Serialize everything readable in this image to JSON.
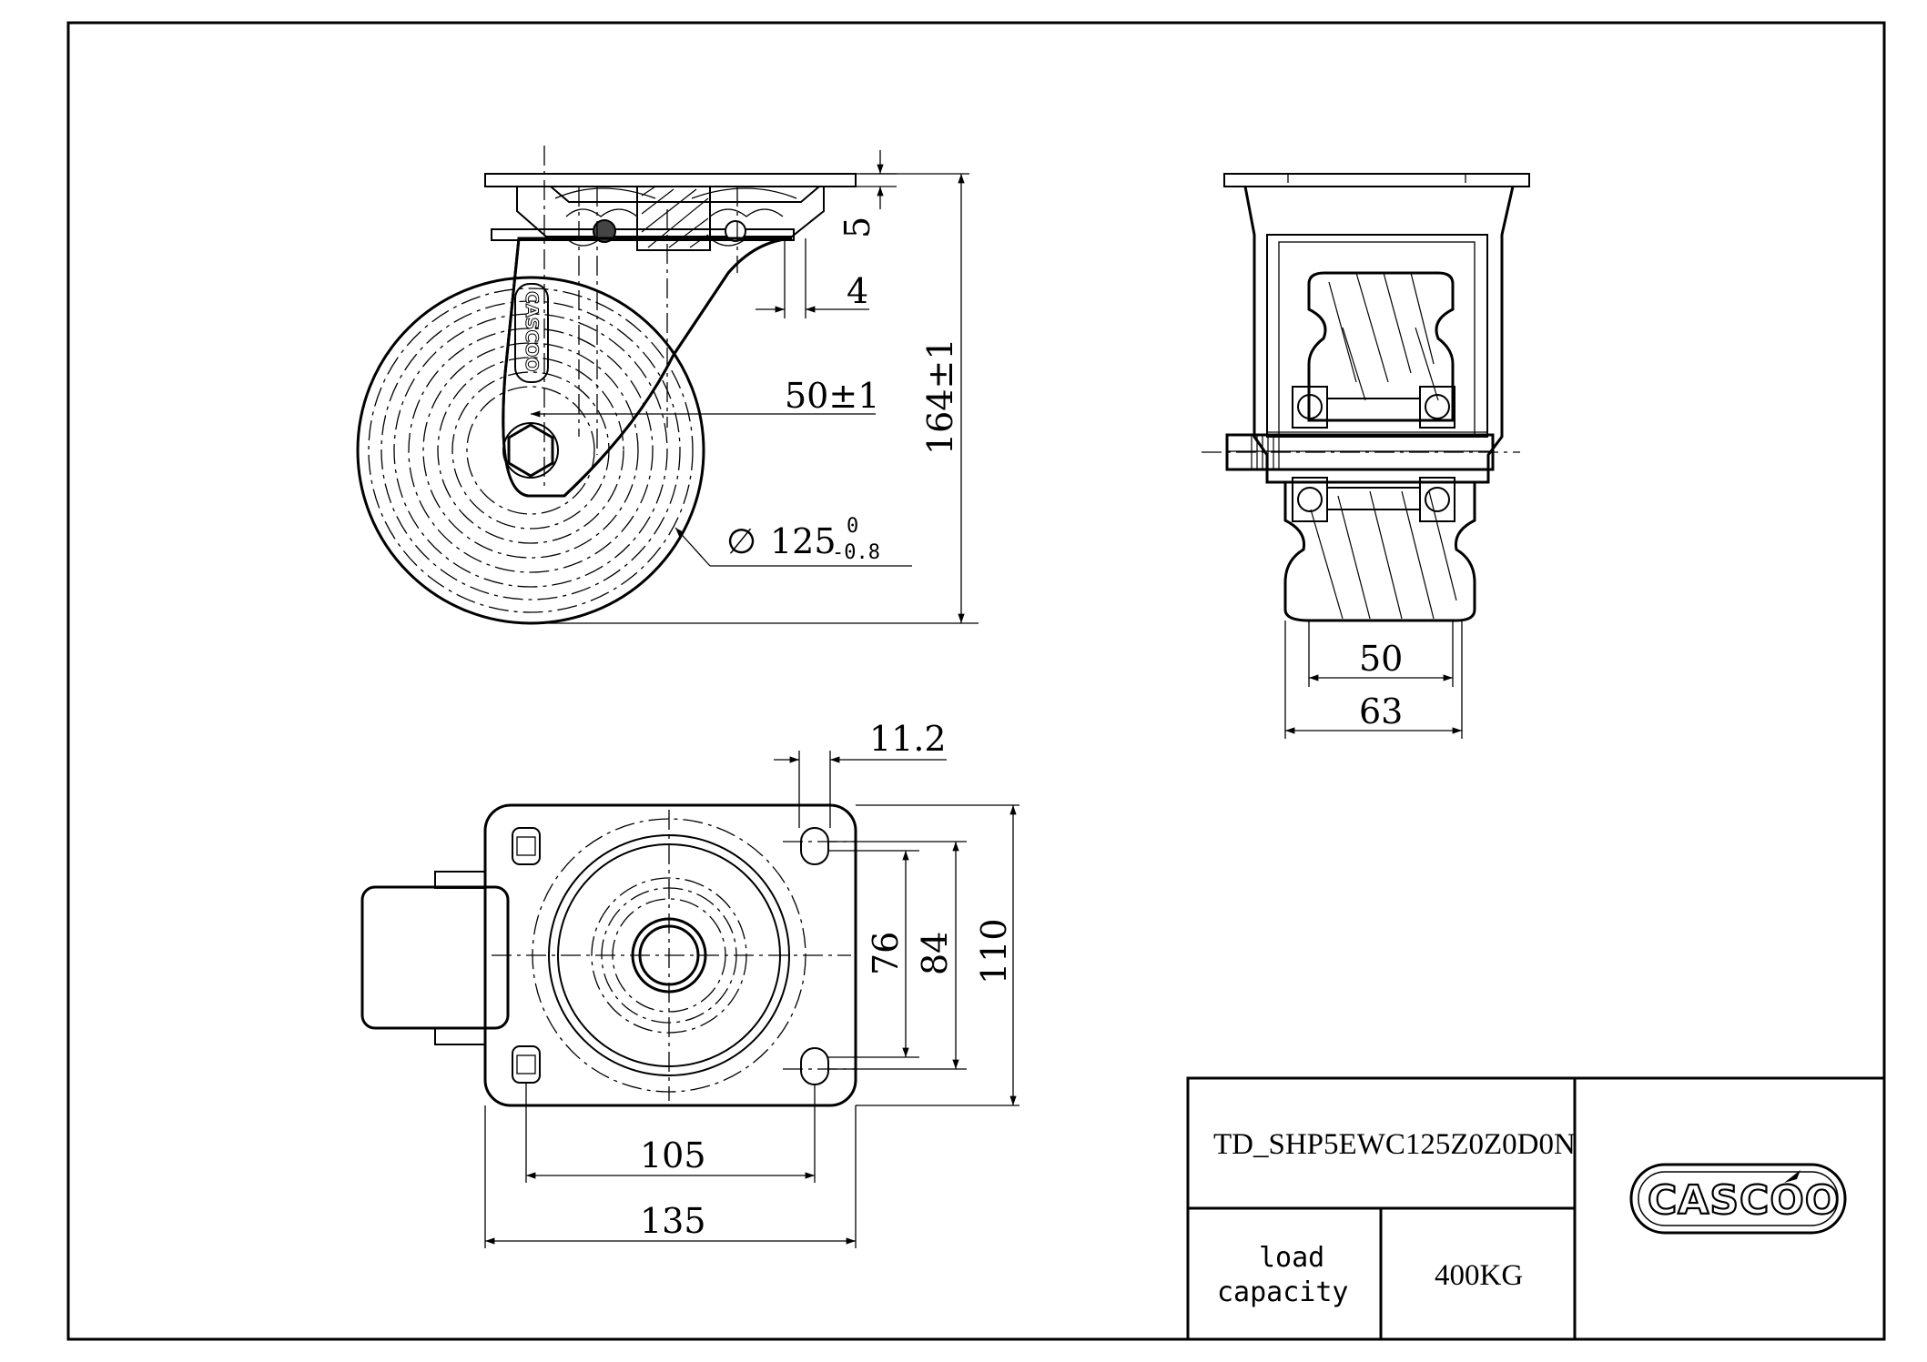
{
  "side_view": {
    "dim_plate_thickness": "5",
    "dim_offset": "4",
    "dim_swivel_lead": "50±1",
    "dim_total_height": "164±1",
    "dim_wheel_dia_symbol": "∅",
    "dim_wheel_dia": "125",
    "dim_wheel_tol_upper": "0",
    "dim_wheel_tol_lower": "-0.8",
    "fork_logo": "CASCOO"
  },
  "front_view": {
    "dim_tread_width": "50",
    "dim_fork_width": "63"
  },
  "top_view": {
    "dim_hole_dia": "11.2",
    "dim_hole_spacing_y": "76",
    "dim_slot_spacing_y": "84",
    "dim_plate_height": "110",
    "dim_hole_spacing_x": "105",
    "dim_plate_width": "135"
  },
  "title_block": {
    "part_number": "TD_SHP5EWC125Z0Z0D0N",
    "load_label_line1": "load",
    "load_label_line2": "capacity",
    "load_value": "400KG",
    "logo_text": "CASCOO"
  }
}
